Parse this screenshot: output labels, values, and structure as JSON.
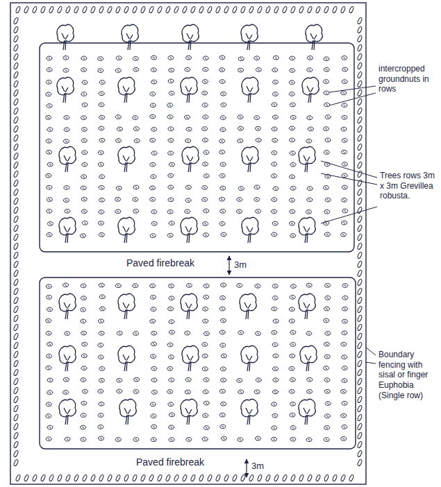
{
  "diagram": {
    "labels": [
      "intercropped groundnuts in rows",
      "Trees rows 3m x 3m Grevillea robusta.",
      "Paved firebreak",
      "3m",
      "Boundary fencing with sisal or finger Euphobia (Single row)",
      "Paved firebreak",
      "3m"
    ]
  }
}
